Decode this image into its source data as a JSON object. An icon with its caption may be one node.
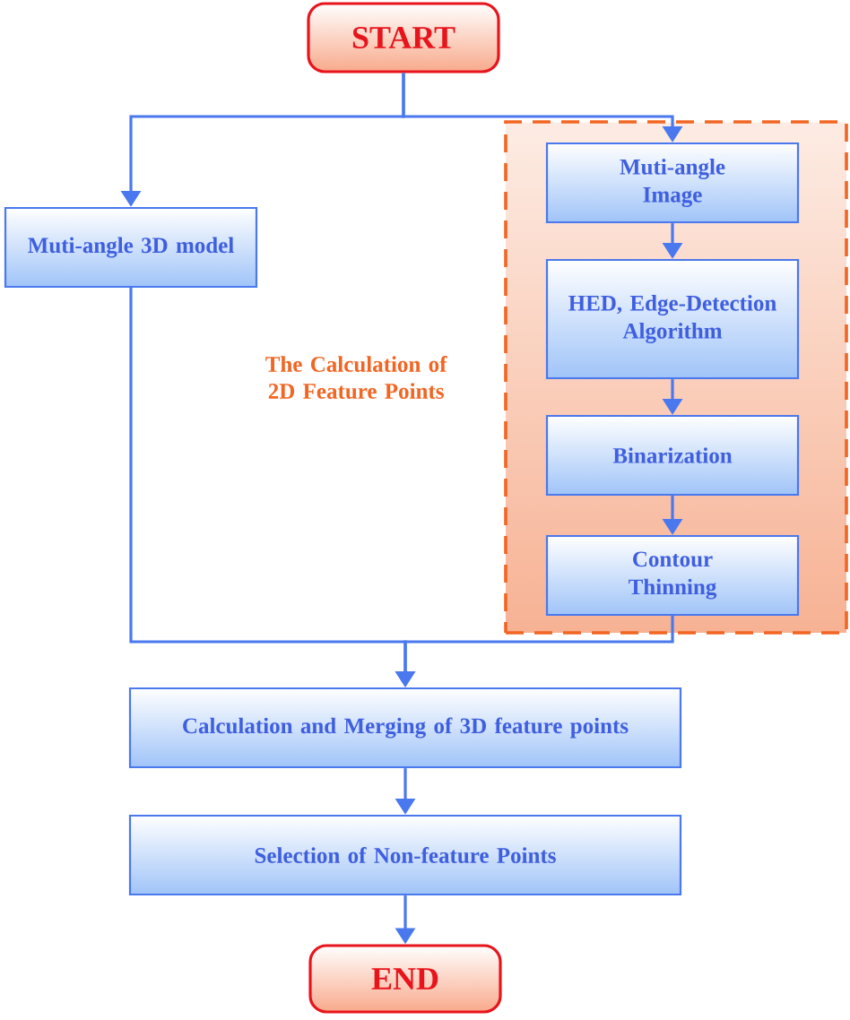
{
  "diagram": {
    "nodes": [
      {
        "text": [
          "START"
        ]
      },
      {
        "text": [
          "The Calculation of 2D Feature Points"
        ]
      },
      {
        "text": [
          "Muti-angle 3D model"
        ]
      },
      {
        "text": [
          "Muti-angle Image"
        ],
        "in": 1
      },
      {
        "text": [
          "HED, Edge-Detection Algorithm"
        ],
        "in": 1
      },
      {
        "text": [
          "Binarization"
        ],
        "in": 1
      },
      {
        "text": [
          "Contour Thinning"
        ],
        "in": 1
      },
      {
        "text": [
          "Calculation and Merging of 3D feature points"
        ]
      },
      {
        "text": [
          "Selection of Non-feature Points"
        ]
      },
      {
        "text": [
          "END"
        ]
      }
    ],
    "edges": [
      {
        "from": 0,
        "to": 2,
        "arrow": "to"
      },
      {
        "from": 0,
        "to": 3,
        "arrow": "to"
      },
      {
        "from": 3,
        "to": 4,
        "arrow": "to"
      },
      {
        "from": 4,
        "to": 5,
        "arrow": "to"
      },
      {
        "from": 5,
        "to": 6,
        "arrow": "to"
      },
      {
        "from": 2,
        "to": 7,
        "arrow": "to"
      },
      {
        "from": 6,
        "to": 7,
        "arrow": "to"
      },
      {
        "from": 7,
        "to": 8,
        "arrow": "to"
      },
      {
        "from": 8,
        "to": 9,
        "arrow": "to"
      }
    ]
  }
}
